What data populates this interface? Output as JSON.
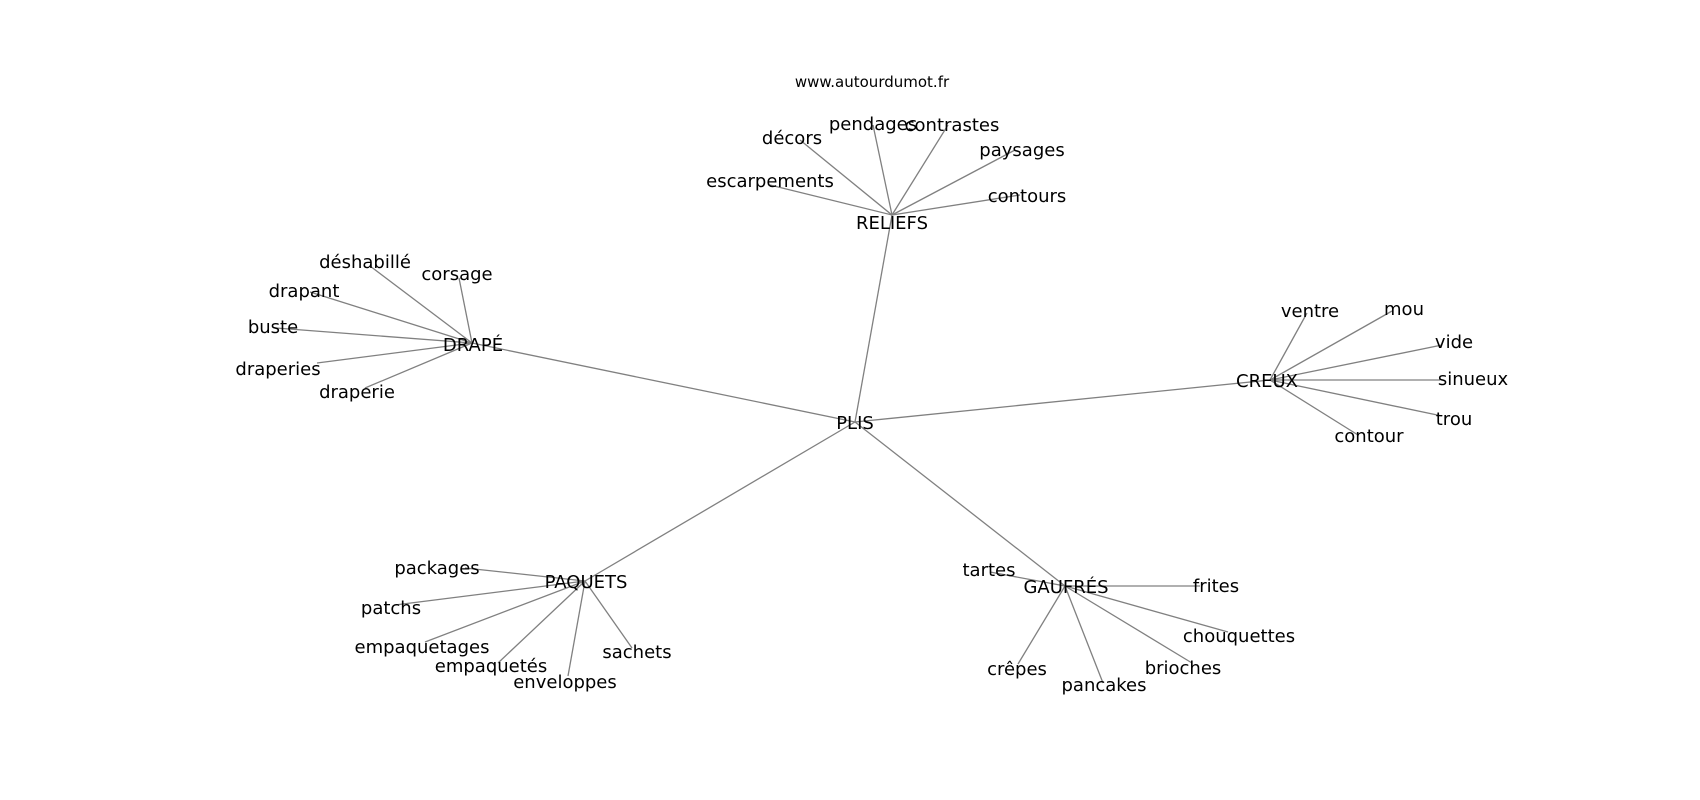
{
  "source_text": "www.autourdumot.fr",
  "center": {
    "id": "plis",
    "label": "PLIS"
  },
  "clusters": [
    {
      "id": "reliefs",
      "label": "RELIEFS",
      "words": [
        "décors",
        "pendages",
        "contrastes",
        "paysages",
        "escarpements",
        "contours"
      ]
    },
    {
      "id": "drape",
      "label": "DRAPÉ",
      "words": [
        "déshabillé",
        "corsage",
        "drapant",
        "buste",
        "draperies",
        "draperie"
      ]
    },
    {
      "id": "creux",
      "label": "CREUX",
      "words": [
        "ventre",
        "mou",
        "vide",
        "sinueux",
        "trou",
        "contour"
      ]
    },
    {
      "id": "paquets",
      "label": "PAQUETS",
      "words": [
        "packages",
        "patchs",
        "empaquetages",
        "empaquetés",
        "enveloppes",
        "sachets"
      ]
    },
    {
      "id": "gaufres",
      "label": "GAUFRÉS",
      "words": [
        "tartes",
        "frites",
        "chouquettes",
        "brioches",
        "pancakes",
        "crêpes"
      ]
    }
  ]
}
